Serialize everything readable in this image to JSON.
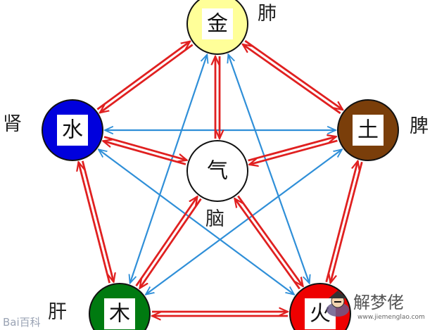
{
  "elements": [
    {
      "id": "metal",
      "char": "金",
      "organ": "肺",
      "fill": "#ffff99"
    },
    {
      "id": "water",
      "char": "水",
      "organ": "肾",
      "fill": "#0000dd"
    },
    {
      "id": "earth",
      "char": "土",
      "organ": "脾",
      "fill": "#7a3e0a"
    },
    {
      "id": "wood",
      "char": "木",
      "organ": "肝",
      "fill": "#007a10"
    },
    {
      "id": "fire",
      "char": "火",
      "organ": "",
      "fill": "#ee0000"
    },
    {
      "id": "qi",
      "char": "气",
      "organ": "脑",
      "fill": "#ffffff"
    }
  ],
  "colors": {
    "generating": "#e02020",
    "controlling": "#2f8fd8"
  },
  "watermark": {
    "text": "解梦佬",
    "url": "www.jiemenglao.com",
    "icon": "fortune-teller-icon"
  },
  "baidu_logo": "Bai百科"
}
